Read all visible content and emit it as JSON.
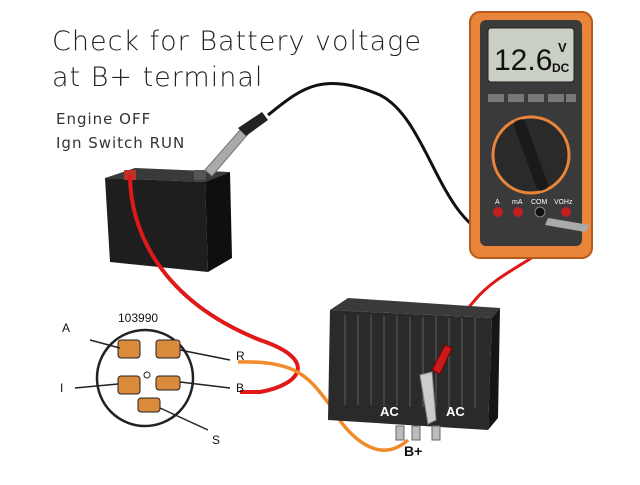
{
  "title": {
    "line1": "Check for Battery voltage",
    "line2": "at B+ terminal"
  },
  "conditions": {
    "line1": "Engine OFF",
    "line2": "Ign Switch RUN"
  },
  "multimeter": {
    "reading": "12.6",
    "unit_top": "V",
    "unit_bottom": "DC",
    "jacks": [
      "A",
      "mA",
      "COM",
      "VΩHz"
    ]
  },
  "ignition_switch": {
    "part_number": "103990",
    "terminals": [
      "A",
      "R",
      "I",
      "B",
      "S"
    ]
  },
  "regulator": {
    "terminals": [
      "AC",
      "AC",
      "B+"
    ]
  },
  "colors": {
    "meter_body": "#e8853a",
    "lcd": "#c9cfc2",
    "red_lead": "#e01818",
    "black_lead": "#111111",
    "orange_wire": "#f08a2a",
    "battery": "#1c1c1c",
    "regulator": "#2a2a2a"
  }
}
